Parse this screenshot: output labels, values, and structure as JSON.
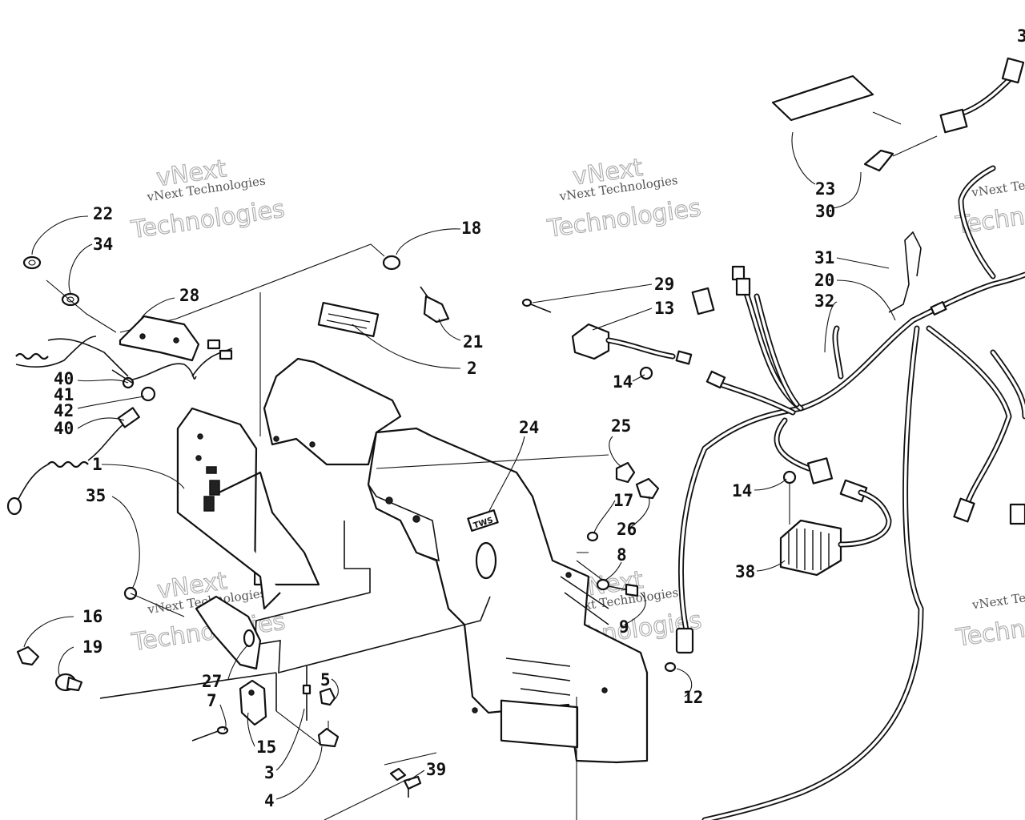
{
  "callouts": [
    {
      "id": "c22",
      "text": "22"
    },
    {
      "id": "c34",
      "text": "34"
    },
    {
      "id": "c28",
      "text": "28"
    },
    {
      "id": "c40a",
      "text": "40"
    },
    {
      "id": "c41",
      "text": "41"
    },
    {
      "id": "c42",
      "text": "42"
    },
    {
      "id": "c40b",
      "text": "40"
    },
    {
      "id": "c1",
      "text": "1"
    },
    {
      "id": "c35",
      "text": "35"
    },
    {
      "id": "c16",
      "text": "16"
    },
    {
      "id": "c19",
      "text": "19"
    },
    {
      "id": "c27",
      "text": "27"
    },
    {
      "id": "c7",
      "text": "7"
    },
    {
      "id": "c15",
      "text": "15"
    },
    {
      "id": "c3",
      "text": "3"
    },
    {
      "id": "c4",
      "text": "4"
    },
    {
      "id": "c5",
      "text": "5"
    },
    {
      "id": "c39",
      "text": "39"
    },
    {
      "id": "c18",
      "text": "18"
    },
    {
      "id": "c21",
      "text": "21"
    },
    {
      "id": "c2",
      "text": "2"
    },
    {
      "id": "c29",
      "text": "29"
    },
    {
      "id": "c13",
      "text": "13"
    },
    {
      "id": "c14a",
      "text": "14"
    },
    {
      "id": "c24",
      "text": "24"
    },
    {
      "id": "c25",
      "text": "25"
    },
    {
      "id": "c17",
      "text": "17"
    },
    {
      "id": "c26",
      "text": "26"
    },
    {
      "id": "c8",
      "text": "8"
    },
    {
      "id": "c9",
      "text": "9"
    },
    {
      "id": "c12",
      "text": "12"
    },
    {
      "id": "c23",
      "text": "23"
    },
    {
      "id": "c30",
      "text": "30"
    },
    {
      "id": "c31",
      "text": "31"
    },
    {
      "id": "c20",
      "text": "20"
    },
    {
      "id": "c32",
      "text": "32"
    },
    {
      "id": "c14b",
      "text": "14"
    },
    {
      "id": "c38",
      "text": "38"
    },
    {
      "id": "c36",
      "text": "3"
    }
  ],
  "watermark": {
    "brand_short": "vNext",
    "brand_full": "vNext Technologies",
    "brand_word": "Technologies"
  },
  "decal_text": "TWS"
}
